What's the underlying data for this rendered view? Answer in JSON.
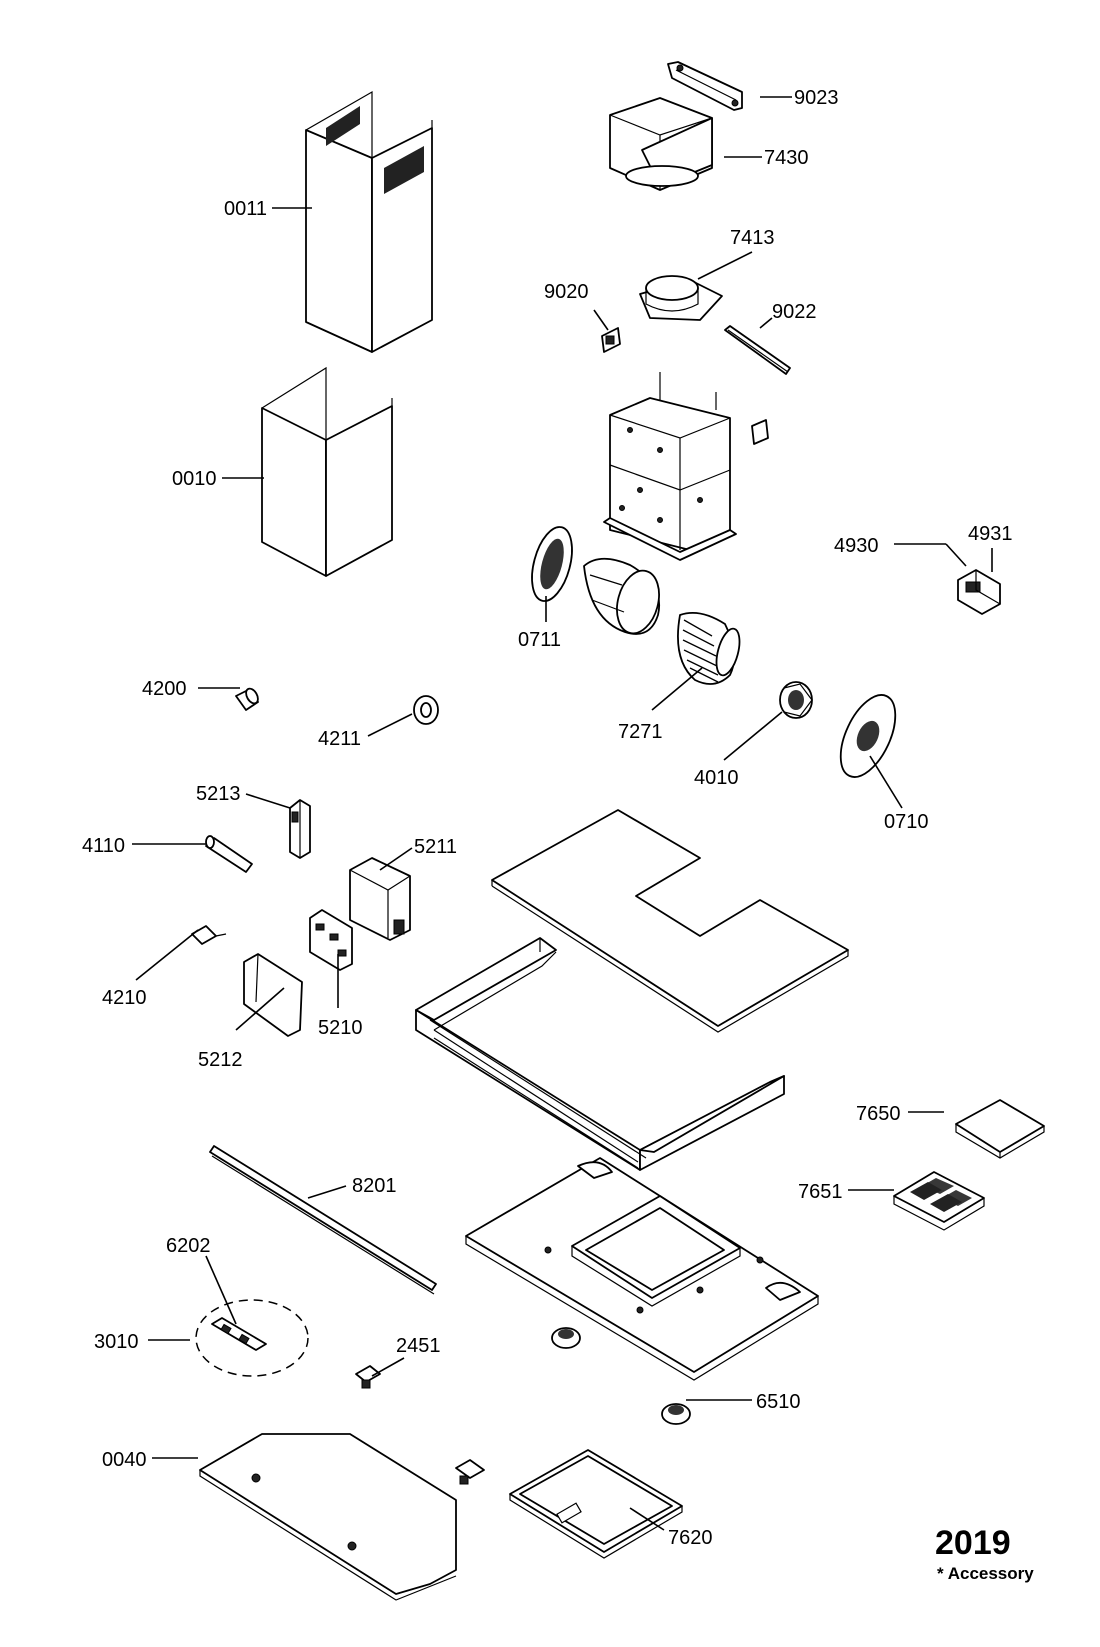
{
  "diagram": {
    "code": "2019",
    "accessory_note": "* Accessory",
    "parts": [
      {
        "id": "9023"
      },
      {
        "id": "7430"
      },
      {
        "id": "7413"
      },
      {
        "id": "9020"
      },
      {
        "id": "9022"
      },
      {
        "id": "0011"
      },
      {
        "id": "0010"
      },
      {
        "id": "4930"
      },
      {
        "id": "4931"
      },
      {
        "id": "0711"
      },
      {
        "id": "7271"
      },
      {
        "id": "4200"
      },
      {
        "id": "4211"
      },
      {
        "id": "4010"
      },
      {
        "id": "0710"
      },
      {
        "id": "5213"
      },
      {
        "id": "5211"
      },
      {
        "id": "4110"
      },
      {
        "id": "4210"
      },
      {
        "id": "5210"
      },
      {
        "id": "5212"
      },
      {
        "id": "7650"
      },
      {
        "id": "7651"
      },
      {
        "id": "8201"
      },
      {
        "id": "6202"
      },
      {
        "id": "3010"
      },
      {
        "id": "2451"
      },
      {
        "id": "6510"
      },
      {
        "id": "0040"
      },
      {
        "id": "7620"
      }
    ]
  }
}
